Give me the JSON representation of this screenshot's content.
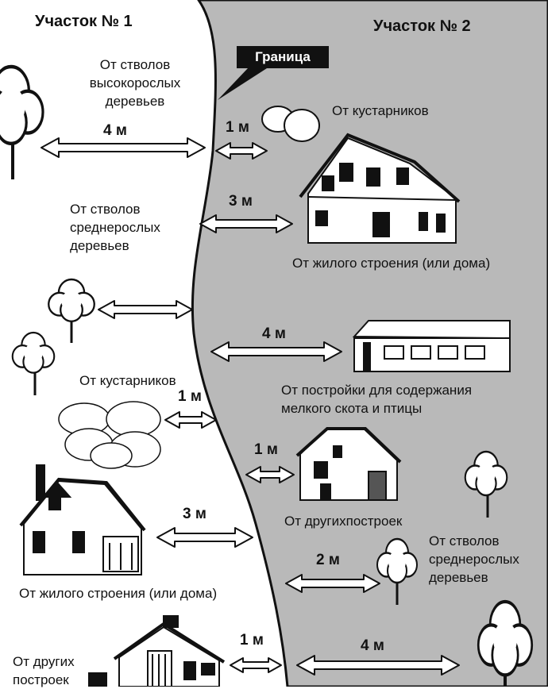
{
  "plots": {
    "left_title": "Участок № 1",
    "right_title": "Участок № 2",
    "boundary_label": "Граница"
  },
  "left_items": [
    {
      "id": "tall-trees",
      "label_lines": [
        "От стволов",
        "высокорослых",
        "деревьев"
      ],
      "distance": "4 м",
      "icon": "tall-tree-icon"
    },
    {
      "id": "medium-trees",
      "label_lines": [
        "От стволов",
        "среднерослых",
        "деревьев"
      ],
      "distance": "",
      "icon": "medium-tree-icon"
    },
    {
      "id": "shrubs",
      "label_lines": [
        "От кустарников"
      ],
      "distance": "1 м",
      "icon": "shrub-icon"
    },
    {
      "id": "house",
      "label_lines": [
        "От жилого строения (или дома)"
      ],
      "distance": "3 м",
      "icon": "house-icon"
    },
    {
      "id": "other-buildings",
      "label_lines": [
        "От других",
        "построек"
      ],
      "distance": "1 м",
      "icon": "outbuilding-icon"
    }
  ],
  "right_items": [
    {
      "id": "shrubs",
      "label_lines": [
        "От кустарников"
      ],
      "distance": "1 м",
      "icon": "shrub-icon"
    },
    {
      "id": "house",
      "label_lines": [
        "От жилого строения (или дома)"
      ],
      "distance": "3 м",
      "icon": "house-icon"
    },
    {
      "id": "livestock",
      "label_lines": [
        "От постройки для содержания",
        "мелкого скота и птицы"
      ],
      "distance": "4 м",
      "icon": "barn-icon"
    },
    {
      "id": "other-buildings",
      "label_lines": [
        "От другихпостроек"
      ],
      "distance": "1 м",
      "icon": "shed-icon"
    },
    {
      "id": "medium-trees",
      "label_lines": [
        "От стволов",
        "среднерослых",
        "деревьев"
      ],
      "distance": "2 м",
      "icon": "medium-tree-icon"
    },
    {
      "id": "tall-trees",
      "label_lines": [],
      "distance": "4 м",
      "icon": "tall-tree-icon"
    }
  ],
  "colors": {
    "plot2_fill": "#b9b9b9",
    "ink": "#111111",
    "paper": "#ffffff"
  }
}
